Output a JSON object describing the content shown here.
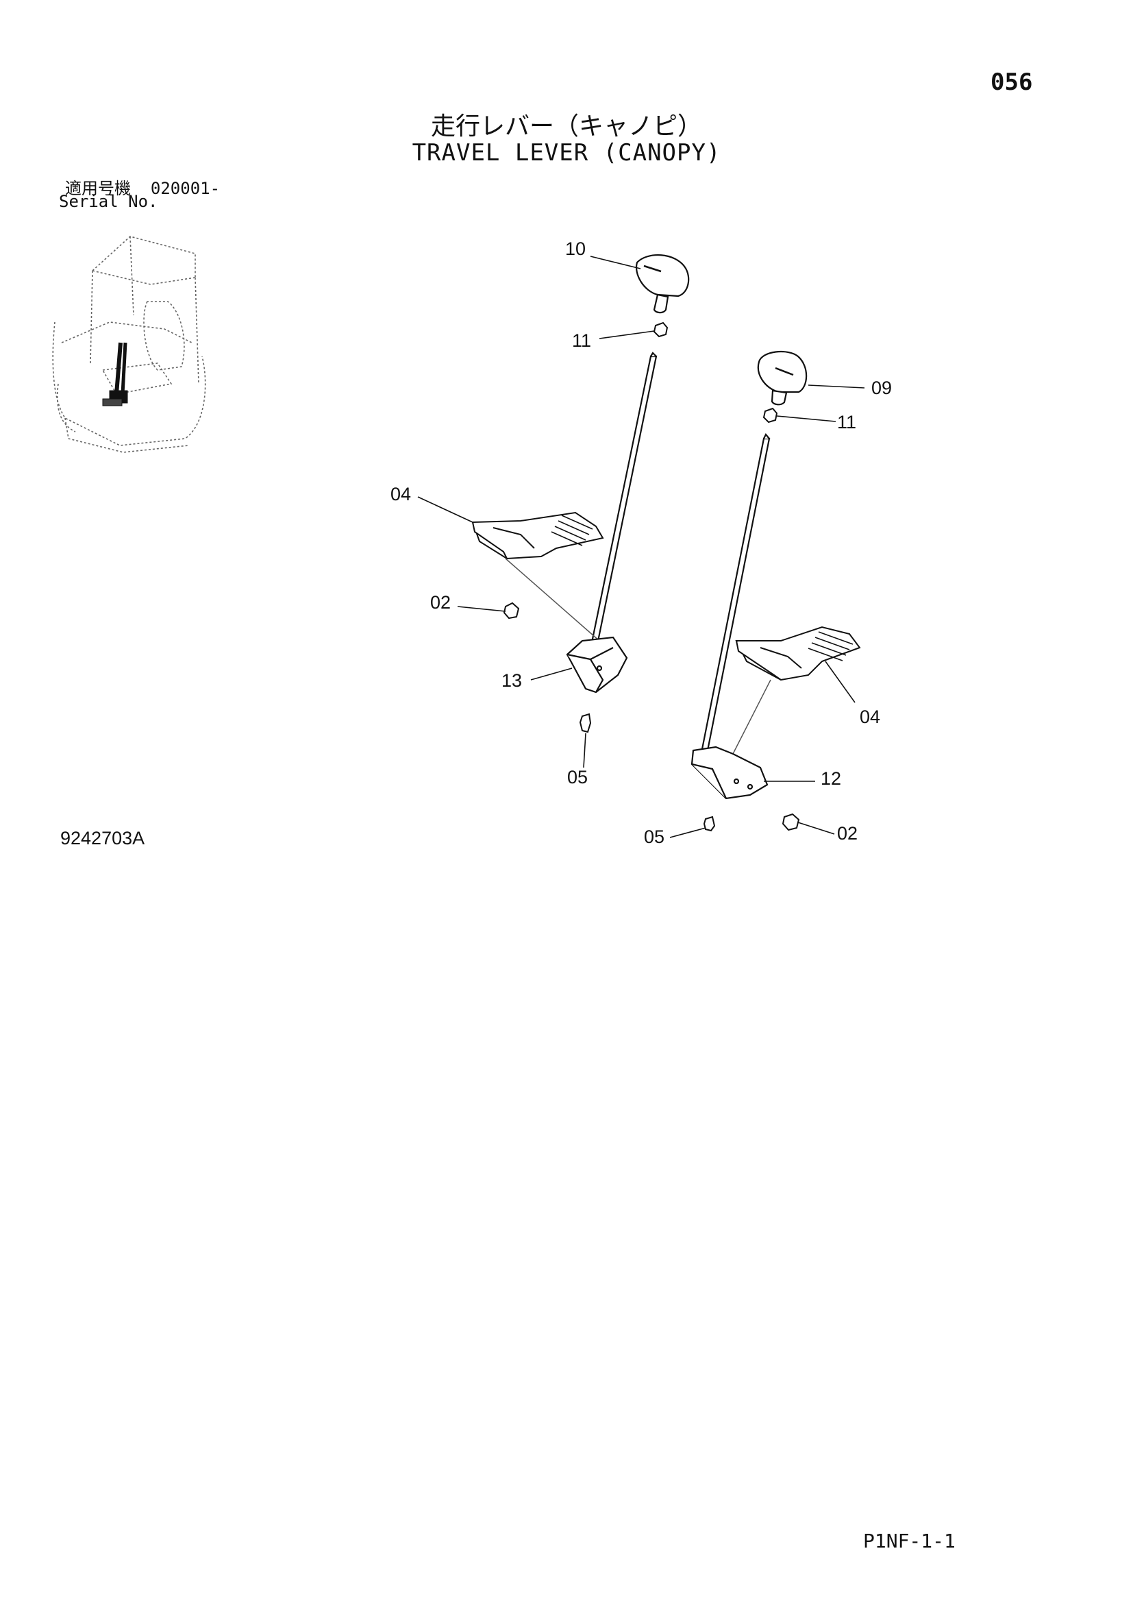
{
  "header": {
    "page_number": "056",
    "title_jp": "走行レバー（キャノピ）",
    "title_en": "TRAVEL LEVER (CANOPY)"
  },
  "serial": {
    "label_jp": "適用号機",
    "value": "020001-",
    "label_en": "Serial No."
  },
  "drawing_number": "9242703A",
  "page_code": "P1NF-1-1",
  "callouts": {
    "c10": "10",
    "c11a": "11",
    "c09": "09",
    "c11b": "11",
    "c04a": "04",
    "c02a": "02",
    "c13": "13",
    "c05a": "05",
    "c04b": "04",
    "c12": "12",
    "c05b": "05",
    "c02b": "02"
  }
}
